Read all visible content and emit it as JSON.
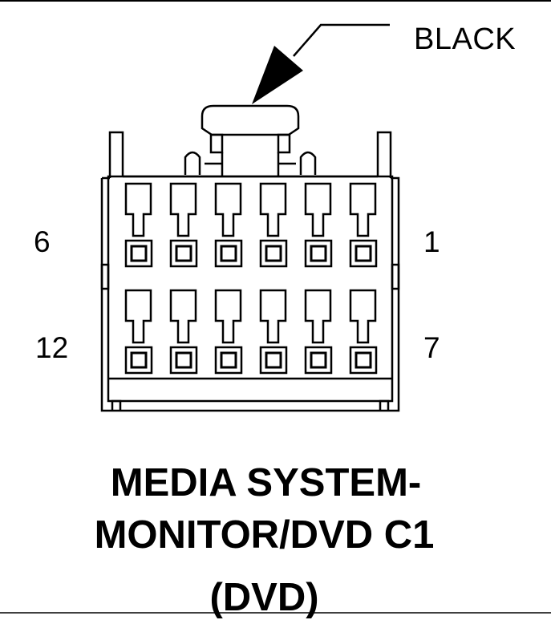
{
  "diagram": {
    "wire_color_label": "BLACK",
    "pin_labels": {
      "top_left": "6",
      "top_right": "1",
      "bottom_left": "12",
      "bottom_right": "7"
    },
    "title_line1": "MEDIA SYSTEM-",
    "title_line2": "MONITOR/DVD C1",
    "title_line3": "(DVD)",
    "pins_per_row": 6,
    "rows": 2
  }
}
